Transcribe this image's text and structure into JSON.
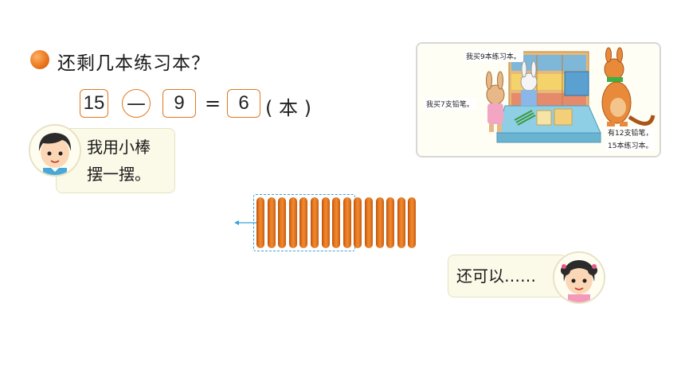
{
  "question": "还剩几本练习本？",
  "equation": {
    "minuend": "15",
    "operator": "—",
    "subtrahend": "9",
    "equals": "=",
    "result": "6",
    "unit": "( 本 )"
  },
  "boy_bubble": {
    "line1": "我用小棒",
    "line2": "摆一摆。"
  },
  "girl_bubble": {
    "text": "还可以……"
  },
  "scene": {
    "caption_top": "我买9本练习本。",
    "caption_left": "我买7支铅笔。",
    "caption_right_1": "有12支铅笔，",
    "caption_right_2": "15本练习本。"
  },
  "sticks": {
    "total": 15,
    "grouped": 9
  },
  "colors": {
    "accent": "#e07a1f",
    "stick": "#e8781f",
    "dash": "#3aa2d8",
    "bubble_bg": "#fbf9e8"
  }
}
